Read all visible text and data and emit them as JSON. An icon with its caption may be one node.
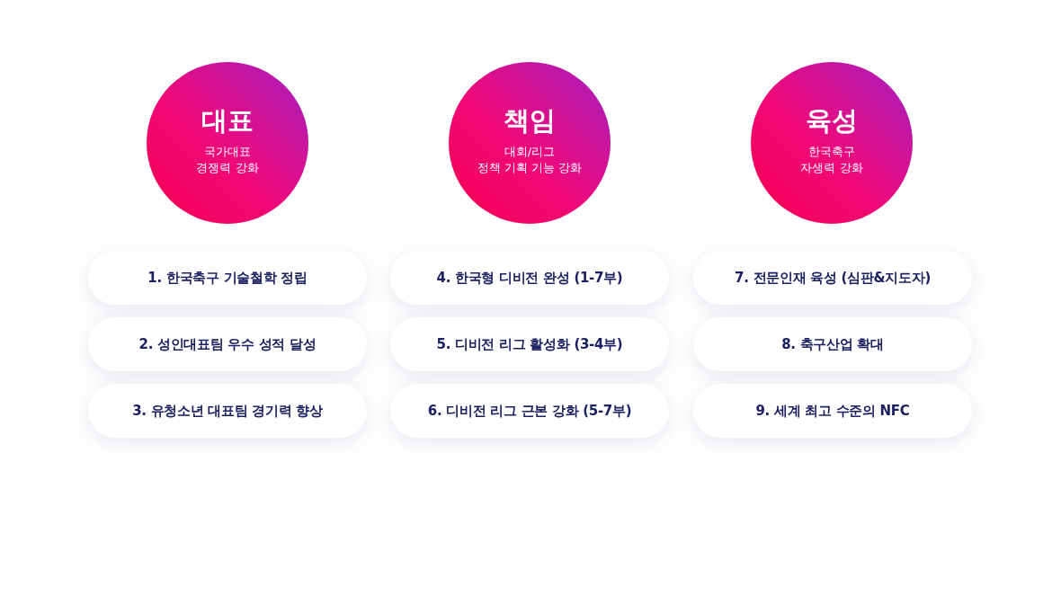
{
  "diagram": {
    "nodes": [
      {
        "text": [
          "대표",
          "국가대표 경쟁력 강화"
        ]
      },
      {
        "text": [
          "책임",
          "대회/리그 정책 기획 기능 강화"
        ]
      },
      {
        "text": [
          "육성",
          "한국축구 자생력 강화"
        ]
      },
      {
        "text": [
          "1. 한국축구 기술철학 정립"
        ]
      },
      {
        "text": [
          "2. 성인대표팀 우수 성적 달성"
        ]
      },
      {
        "text": [
          "3. 유청소년 대표팀 경기력 향상"
        ]
      },
      {
        "text": [
          "4. 한국형 디비전 완성 (1-7부)"
        ]
      },
      {
        "text": [
          "5. 디비전 리그 활성화 (3-4부)"
        ]
      },
      {
        "text": [
          "6. 디비전 리그 근본 강화 (5-7부)"
        ]
      },
      {
        "text": [
          "7. 전문인재 육성 (심판&지도자)"
        ]
      },
      {
        "text": [
          "8. 축구산업 확대"
        ]
      },
      {
        "text": [
          "9. 세계 최고 수준의 NFC"
        ]
      }
    ],
    "edges": []
  }
}
